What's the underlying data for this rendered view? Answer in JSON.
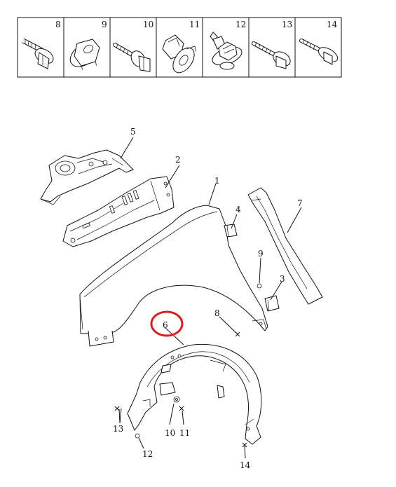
{
  "fastener_table": {
    "cells": [
      {
        "label": "8",
        "icon": "flange-bolt-icon"
      },
      {
        "label": "9",
        "icon": "flange-nut-icon"
      },
      {
        "label": "10",
        "icon": "tapping-screw-icon"
      },
      {
        "label": "11",
        "icon": "push-clip-icon"
      },
      {
        "label": "12",
        "icon": "rivet-clip-icon"
      },
      {
        "label": "13",
        "icon": "self-tapping-screw-icon"
      },
      {
        "label": "14",
        "icon": "washer-screw-icon"
      }
    ]
  },
  "callouts": {
    "c1": "1",
    "c2": "2",
    "c3": "3",
    "c4": "4",
    "c5": "5",
    "c6": "6",
    "c7": "7",
    "c8": "8",
    "c9": "9",
    "c10": "10",
    "c11": "11",
    "c12": "12",
    "c13": "13",
    "c14": "14"
  },
  "highlight": {
    "target_callout": "6",
    "color": "#d42020"
  },
  "colors": {
    "line": "#111111",
    "background": "#ffffff"
  }
}
